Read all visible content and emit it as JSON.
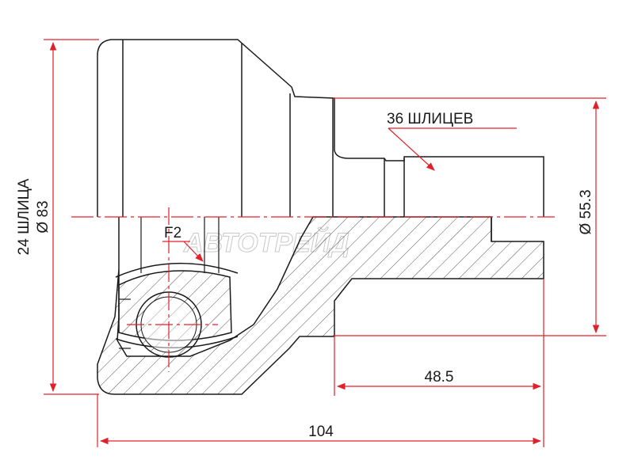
{
  "diagram": {
    "labels": {
      "left_spline_count": "24 ШЛИЦА",
      "left_diameter": "Ø 83",
      "right_spline_count": "36 ШЛИЦЕВ",
      "right_diameter": "Ø 55.3",
      "inner_length": "48.5",
      "overall_length": "104",
      "detail_mark": "F2"
    },
    "watermark": "АВТОТРЕЙД",
    "colors": {
      "outline": "#1a1a1a",
      "dimension": "#e0202a",
      "hatch": "#555555",
      "watermark": "#c8c8c8"
    }
  }
}
